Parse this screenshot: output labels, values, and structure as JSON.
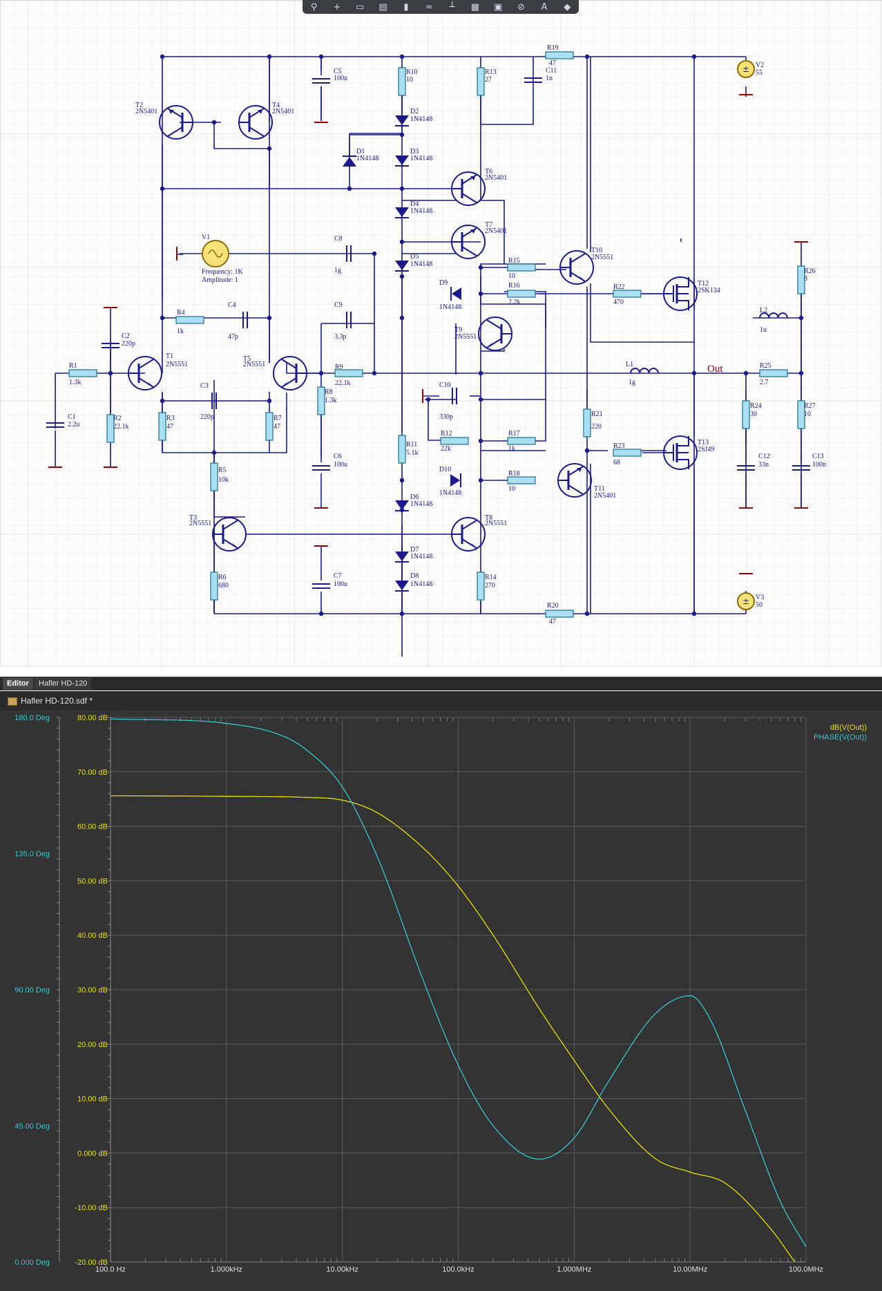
{
  "toolbar": {
    "icons": [
      "filter-icon",
      "add-wire-icon",
      "rectangle-icon",
      "probe-icon",
      "component-icon",
      "bus-icon",
      "power-icon",
      "chip-icon",
      "port-icon",
      "warning-icon",
      "text-icon",
      "marker-icon"
    ],
    "text_glyph": "A"
  },
  "schematic": {
    "components": [
      {
        "id": "T2",
        "label": "T2",
        "value": "2N5401"
      },
      {
        "id": "T4",
        "label": "T4",
        "value": "2N5401"
      },
      {
        "id": "C5",
        "label": "C5",
        "value": "100u"
      },
      {
        "id": "R10",
        "label": "R10",
        "value": "10"
      },
      {
        "id": "R13",
        "label": "R13",
        "value": "27"
      },
      {
        "id": "C11",
        "label": "C11",
        "value": "1n"
      },
      {
        "id": "R19",
        "label": "R19",
        "value": "47"
      },
      {
        "id": "V2",
        "label": "V2",
        "value": "55"
      },
      {
        "id": "D2",
        "label": "D2",
        "value": "1N4148"
      },
      {
        "id": "D1",
        "label": "D1",
        "value": "1N4148"
      },
      {
        "id": "D3",
        "label": "D3",
        "value": "1N4148"
      },
      {
        "id": "T6",
        "label": "T6",
        "value": "2N5401"
      },
      {
        "id": "D4",
        "label": "D4",
        "value": "1N4148"
      },
      {
        "id": "T7",
        "label": "T7",
        "value": "2N5401"
      },
      {
        "id": "V1",
        "label": "V1",
        "value": "Frequency: 1K",
        "value2": "Amplitude: 1"
      },
      {
        "id": "C8",
        "label": "C8",
        "value": "1g"
      },
      {
        "id": "D5",
        "label": "D5",
        "value": "1N4148"
      },
      {
        "id": "R15",
        "label": "R15",
        "value": "10"
      },
      {
        "id": "T10",
        "label": "T10",
        "value": "2N5551"
      },
      {
        "id": "R26",
        "label": "R26",
        "value": "8"
      },
      {
        "id": "D9",
        "label": "D9",
        "value": "1N4148"
      },
      {
        "id": "R16",
        "label": "R16",
        "value": "2.2k"
      },
      {
        "id": "R22",
        "label": "R22",
        "value": "470"
      },
      {
        "id": "T12",
        "label": "T12",
        "value": "2SK134"
      },
      {
        "id": "C4",
        "label": "C4",
        "value": "47p"
      },
      {
        "id": "C9",
        "label": "C9",
        "value": "3.3p"
      },
      {
        "id": "R4",
        "label": "R4",
        "value": "1k"
      },
      {
        "id": "T9",
        "label": "T9",
        "value": "2N5551"
      },
      {
        "id": "L2",
        "label": "L2",
        "value": "1u"
      },
      {
        "id": "C2",
        "label": "C2",
        "value": "220p"
      },
      {
        "id": "R1",
        "label": "R1",
        "value": "1.3k"
      },
      {
        "id": "T1",
        "label": "T1",
        "value": "2N5551"
      },
      {
        "id": "T5",
        "label": "T5",
        "value": "2N5551"
      },
      {
        "id": "R9",
        "label": "R9",
        "value": "22.1k"
      },
      {
        "id": "L1",
        "label": "L1",
        "value": "1g"
      },
      {
        "id": "R25",
        "label": "R25",
        "value": "2.7"
      },
      {
        "id": "C3",
        "label": "C3",
        "value": "220p"
      },
      {
        "id": "C10",
        "label": "C10",
        "value": "330p"
      },
      {
        "id": "R8",
        "label": "R8",
        "value": "1.3k"
      },
      {
        "id": "C1",
        "label": "C1",
        "value": "2.2u"
      },
      {
        "id": "R2",
        "label": "R2",
        "value": "22.1k"
      },
      {
        "id": "R3",
        "label": "R3",
        "value": "47"
      },
      {
        "id": "R7",
        "label": "R7",
        "value": "47"
      },
      {
        "id": "R24",
        "label": "R24",
        "value": "30"
      },
      {
        "id": "R27",
        "label": "R27",
        "value": "10"
      },
      {
        "id": "R21",
        "label": "R21",
        "value": "220"
      },
      {
        "id": "R12",
        "label": "R12",
        "value": "22k"
      },
      {
        "id": "R17",
        "label": "R17",
        "value": "1k"
      },
      {
        "id": "R11",
        "label": "R11",
        "value": "5.1k"
      },
      {
        "id": "R23",
        "label": "R23",
        "value": "68"
      },
      {
        "id": "T13",
        "label": "T13",
        "value": "2SJ49"
      },
      {
        "id": "C6",
        "label": "C6",
        "value": "100u"
      },
      {
        "id": "C12",
        "label": "C12",
        "value": "33n"
      },
      {
        "id": "C13",
        "label": "C13",
        "value": "100n"
      },
      {
        "id": "R5",
        "label": "R5",
        "value": "10k"
      },
      {
        "id": "D10",
        "label": "D10",
        "value": "1N4148"
      },
      {
        "id": "R18",
        "label": "R18",
        "value": "10"
      },
      {
        "id": "T11",
        "label": "T11",
        "value": "2N5401"
      },
      {
        "id": "D6",
        "label": "D6",
        "value": "1N4148"
      },
      {
        "id": "T3",
        "label": "T3",
        "value": "2N5551"
      },
      {
        "id": "T8",
        "label": "T8",
        "value": "2N5551"
      },
      {
        "id": "D7",
        "label": "D7",
        "value": "1N4148"
      },
      {
        "id": "C7",
        "label": "C7",
        "value": "100u"
      },
      {
        "id": "D8",
        "label": "D8",
        "value": "1N4148"
      },
      {
        "id": "R6",
        "label": "R6",
        "value": "680"
      },
      {
        "id": "R14",
        "label": "R14",
        "value": "270"
      },
      {
        "id": "V3",
        "label": "V3",
        "value": "50"
      },
      {
        "id": "R20",
        "label": "R20",
        "value": "47"
      }
    ],
    "output_label": "Out"
  },
  "tabs": {
    "editor": "Editor",
    "document": "Hafler HD-120",
    "file": "Hafler HD-120.sdf *"
  },
  "chart_data": {
    "type": "line",
    "title": "",
    "xscale": "log",
    "xlim": [
      100,
      100000000
    ],
    "x_ticks": [
      "100.0 Hz",
      "1.000kHz",
      "10.00kHz",
      "100.0kHz",
      "1.000MHz",
      "10.00MHz",
      "100.0MHz"
    ],
    "y_left_ticks": [
      "180.0 Deg",
      "135.0 Deg",
      "90.00 Deg",
      "45.00 Deg",
      "0.000 Deg"
    ],
    "y_left_lim": [
      0,
      180
    ],
    "y_right_ticks": [
      "80.00 dB",
      "70.00 dB",
      "60.00 dB",
      "50.00 dB",
      "40.00 dB",
      "30.00 dB",
      "20.00 dB",
      "10.00 dB",
      "0.000 dB",
      "-10.00 dB",
      "-20.00 dB"
    ],
    "y_right_lim": [
      -20,
      80
    ],
    "grid": true,
    "legend_position": "top-right",
    "series": [
      {
        "name": "dB(V(Out))",
        "axis": "dB",
        "color": "#e8e000",
        "x": [
          100,
          1000,
          5000,
          10000,
          20000,
          50000,
          100000,
          200000,
          500000,
          1000000,
          2000000,
          5000000,
          10000000,
          20000000,
          50000000,
          80000000
        ],
        "y": [
          65.6,
          65.5,
          65.3,
          64.8,
          62.5,
          56.0,
          49.0,
          40.0,
          26.5,
          17.0,
          8.0,
          -1.0,
          -3.5,
          -5.5,
          -14.0,
          -20.0
        ]
      },
      {
        "name": "PHASE(V(Out))",
        "axis": "Deg",
        "color": "#35c8d2",
        "x": [
          100,
          1000,
          3000,
          5000,
          10000,
          20000,
          50000,
          100000,
          200000,
          500000,
          1000000,
          2000000,
          5000000,
          10000000,
          15000000,
          30000000,
          60000000,
          100000000
        ],
        "y": [
          179.5,
          178.0,
          174.0,
          169.0,
          157.0,
          134.0,
          93.0,
          65.0,
          45.0,
          34.0,
          41.0,
          60.0,
          82.0,
          88.0,
          80.0,
          50.0,
          20.0,
          5.0
        ]
      }
    ]
  }
}
